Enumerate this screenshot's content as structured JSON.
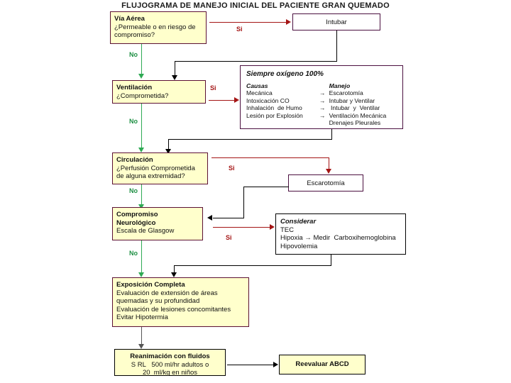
{
  "title": "FLUJOGRAMA DE MANEJO INICIAL DEL PACIENTE GRAN QUEMADO",
  "colors": {
    "box_fill_yellow": "#ffffcc",
    "box_fill_white": "#ffffff",
    "border_maroon": "#5c1134",
    "border_purple": "#4b1040",
    "border_black": "#000000",
    "yes_red": "#a41414",
    "no_green": "#2faa54"
  },
  "boxes": {
    "airway": {
      "line1": "Vía Aérea",
      "line2": "¿Permeable o en riesgo de",
      "line3": "compromiso?"
    },
    "intubate": {
      "label": "Intubar"
    },
    "ventilation": {
      "line1": "Ventilación",
      "line2": "¿Comprometida?"
    },
    "oxygen": {
      "header": "Siempre oxígeno 100%",
      "col1_header": "Causas",
      "col2_header": "Manejo",
      "arrow_glyph": "→",
      "rows": [
        {
          "cause": "Mecánica",
          "management": "Escarotomía"
        },
        {
          "cause": "Intoxicación CO",
          "management": "Intubar y Ventilar"
        },
        {
          "cause": "Inhalación  de Humo",
          "management": " Intubar  y  Ventilar"
        },
        {
          "cause": "Lesión por Explosión",
          "management": "Ventilación Mecánica"
        },
        {
          "cause": "",
          "management": "Drenajes Pleurales"
        }
      ]
    },
    "circulation": {
      "line1": "Circulación",
      "line2": "¿Perfusión Comprometida",
      "line3": "de alguna extremidad?"
    },
    "escharotomy": {
      "label": "Escarotomía"
    },
    "neuro": {
      "line1": "Compromiso",
      "line2": "Neurológico",
      "line3": "Escala de Glasgow"
    },
    "consider": {
      "header": "Considerar",
      "line1": "TEC",
      "line2": "Hipoxia → Medir  Carboxihemoglobina",
      "line3": "Hipovolemia"
    },
    "exposure": {
      "header": "Exposición Completa",
      "line1": "Evaluación de extensión de áreas",
      "line2": "quemadas y su profundidad",
      "line3": "Evaluación de lesiones concomitantes",
      "line4": "Evitar Hipotermia"
    },
    "resuscitation": {
      "line1": "Reanimación con fluidos",
      "line2": "S RL   500 ml/hr adultos o",
      "line3": "20  ml/kg en niños"
    },
    "reassess": {
      "label": "Reevaluar ABCD"
    }
  },
  "labels": {
    "yes_airway": "Si",
    "no_airway": "No",
    "yes_ventilation": "Si",
    "no_ventilation": "No",
    "yes_circulation": "Si",
    "no_circulation": "No",
    "yes_neuro": "Si",
    "no_neuro": "No"
  }
}
